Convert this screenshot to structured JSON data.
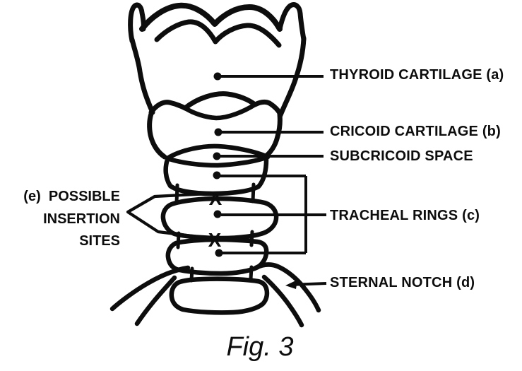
{
  "labels": {
    "thyroid": "THYROID CARTILAGE (a)",
    "cricoid": "CRICOID CARTILAGE (b)",
    "subcricoid": "SUBCRICOID SPACE",
    "tracheal_rings": "TRACHEAL RINGS (c)",
    "sternal_notch": "STERNAL NOTCH (d)",
    "insertion_sites": {
      "line1": "(e)  POSSIBLE",
      "line2": "INSERTION",
      "line3": "SITES"
    }
  },
  "markers": {
    "insertion_site_glyph": "X"
  },
  "caption": "Fig. 3",
  "colors": {
    "ink": "#0d0d0d",
    "background": "#ffffff"
  }
}
